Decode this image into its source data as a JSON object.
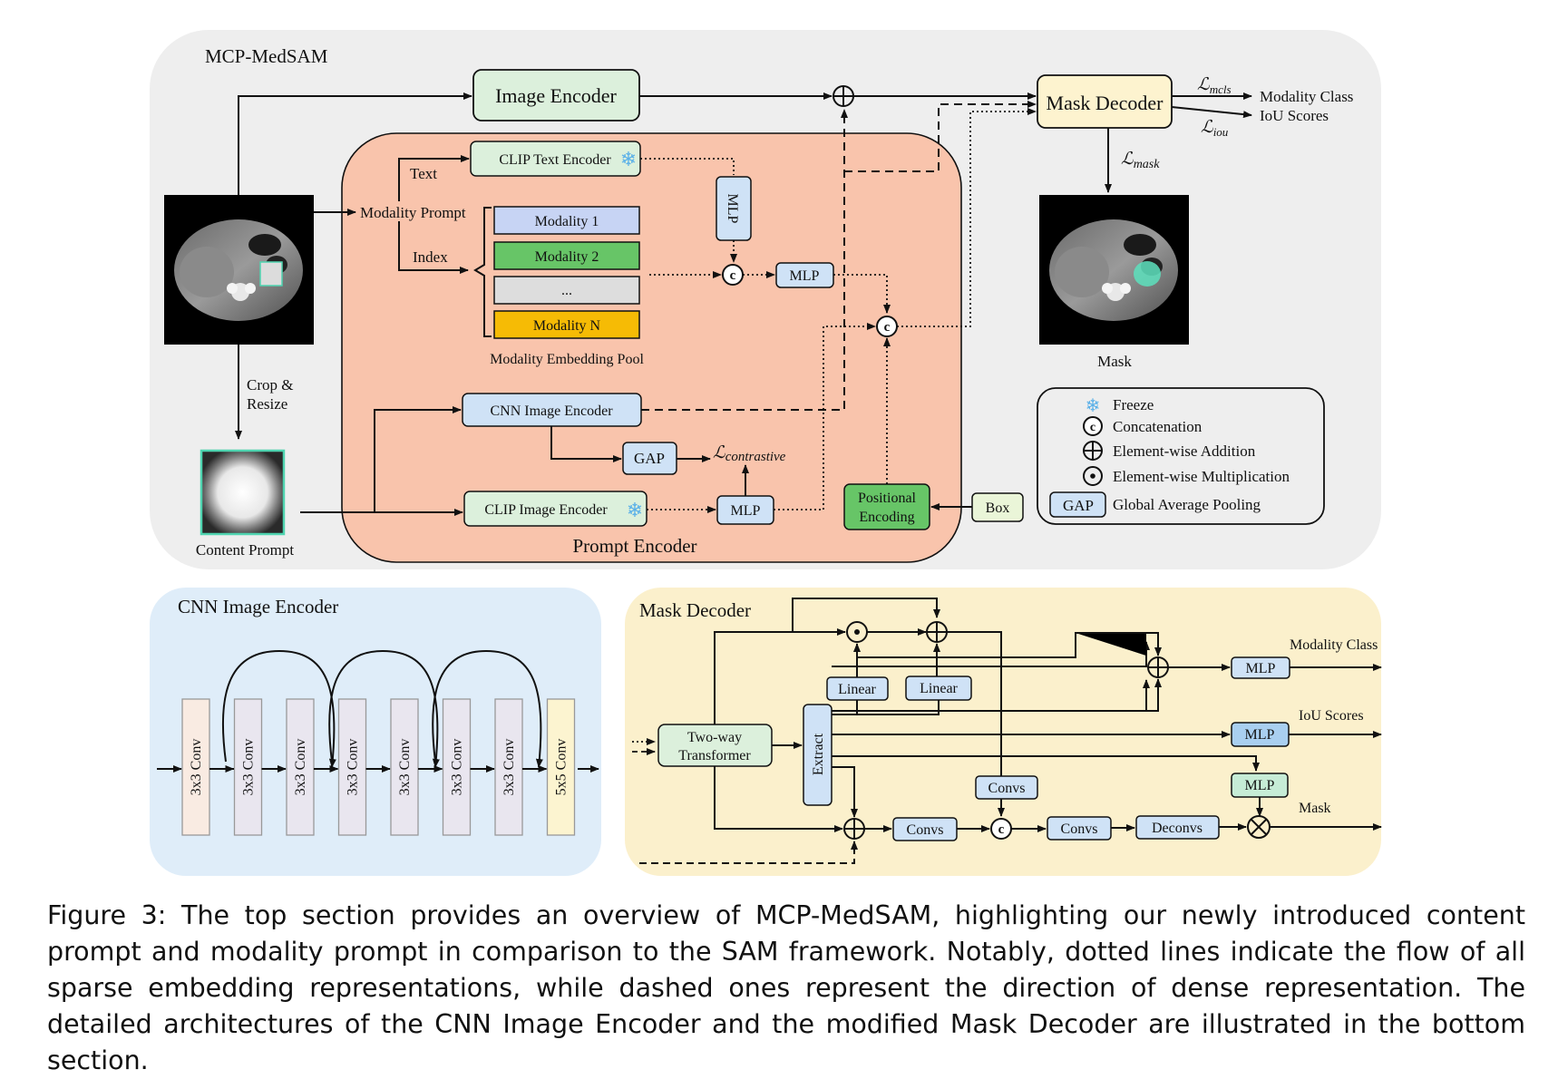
{
  "top": {
    "title": "MCP-MedSAM",
    "image_encoder": "Image Encoder",
    "mask_decoder": "Mask Decoder",
    "out_modality": "Modality Class",
    "out_iou": "IoU Scores",
    "loss_mcls_main": "ℒ",
    "loss_mcls_sub": "mcls",
    "loss_iou_main": "ℒ",
    "loss_iou_sub": "iou",
    "loss_mask_main": "ℒ",
    "loss_mask_sub": "mask",
    "mask_label": "Mask",
    "crop_resize_1": "Crop &",
    "crop_resize_2": "Resize",
    "content_prompt": "Content Prompt",
    "prompt_encoder_label": "Prompt Encoder",
    "modality_prompt": "Modality Prompt",
    "text_label": "Text",
    "index_label": "Index",
    "clip_text_encoder": "CLIP Text Encoder",
    "mlp": "MLP",
    "modalities": [
      "Modality 1",
      "Modality 2",
      "...",
      "Modality N"
    ],
    "pool_label": "Modality Embedding Pool",
    "cnn_image_encoder": "CNN Image Encoder",
    "gap": "GAP",
    "loss_contrastive_main": "ℒ",
    "loss_contrastive_sub": "contrastive",
    "clip_image_encoder": "CLIP Image Encoder",
    "positional_1": "Positional",
    "positional_2": "Encoding",
    "box": "Box",
    "concat_symbol": "c"
  },
  "legend": {
    "freeze": "Freeze",
    "concat": "Concatenation",
    "add": "Element-wise Addition",
    "mult": "Element-wise Multiplication",
    "gap_key": "GAP",
    "gap": "Global Average Pooling"
  },
  "cnn_panel": {
    "title": "CNN Image Encoder",
    "layers": [
      "3x3 Conv",
      "3x3 Conv",
      "3x3 Conv",
      "3x3 Conv",
      "3x3 Conv",
      "3x3 Conv",
      "3x3 Conv",
      "5x5 Conv"
    ]
  },
  "decoder_panel": {
    "title": "Mask Decoder",
    "transformer_1": "Two-way",
    "transformer_2": "Transformer",
    "extract": "Extract",
    "linear": "Linear",
    "convs": "Convs",
    "deconvs": "Deconvs",
    "mlp": "MLP",
    "out_modality": "Modality Class",
    "out_iou": "IoU Scores",
    "out_mask": "Mask",
    "concat_symbol": "c"
  },
  "colors": {
    "panel_gray": "#eeeeee",
    "prompt_encoder": "#f9c4ac",
    "cnn_panel": "#dfedf9",
    "decoder_panel": "#fbf0cc",
    "green_box": "#dcf0dc",
    "blue_box": "#cfe2f6",
    "yellow_box": "#fdf3cf",
    "modality_1": "#c7d4f4",
    "modality_2": "#67c567",
    "modality_ellipsis": "#dddddd",
    "modality_n": "#f6bb05"
  },
  "caption": "Figure 3: The top section provides an overview of MCP-MedSAM, highlighting our newly introduced content prompt and modality prompt in comparison to the SAM framework. Notably, dotted lines indicate the flow of all sparse embedding representations, while dashed ones represent the direction of dense representation. The detailed architectures of the CNN Image Encoder and the modified Mask Decoder are illustrated in the bottom section."
}
